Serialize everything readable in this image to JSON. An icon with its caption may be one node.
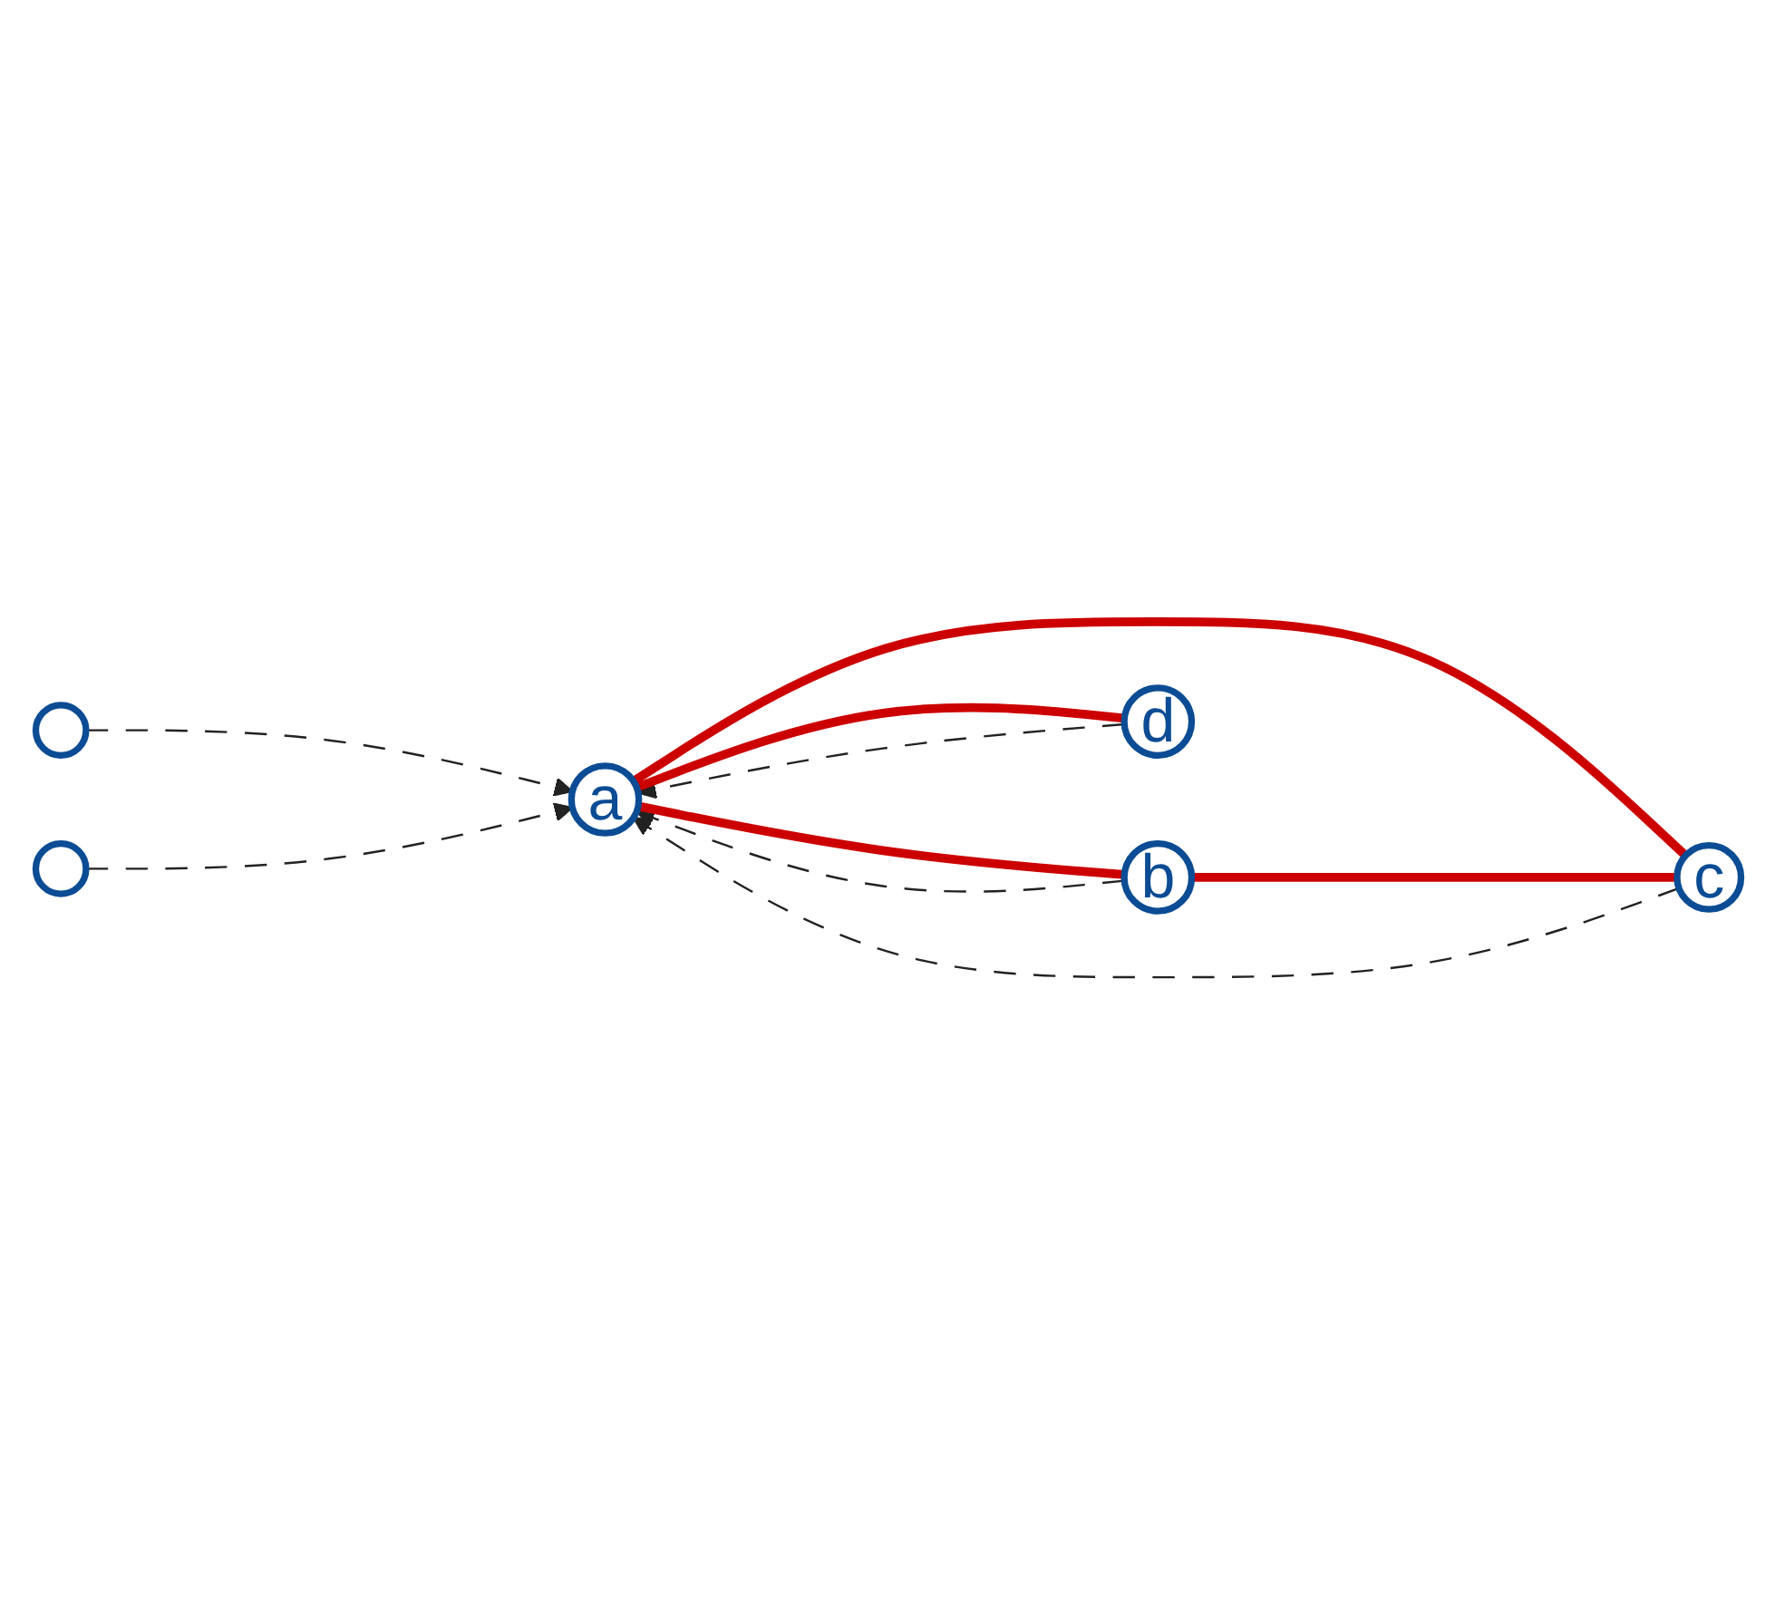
{
  "diagram": {
    "nodes": [
      {
        "text": [
          "a"
        ]
      },
      {
        "text": [],
        "shape": "circle"
      },
      {
        "text": [
          "b"
        ]
      },
      {
        "text": [],
        "shape": "circle"
      },
      {
        "text": [
          "c"
        ]
      },
      {
        "text": [
          "d"
        ]
      }
    ],
    "edges": [
      {
        "from": 1,
        "to": 0,
        "arrow": "to",
        "style": "dashed"
      },
      {
        "from": 2,
        "to": 0,
        "arrow": "to",
        "style": "dashed"
      },
      {
        "from": 3,
        "to": 0,
        "arrow": "to",
        "style": "dashed"
      },
      {
        "from": 4,
        "to": 0,
        "arrow": "to",
        "style": "dashed"
      },
      {
        "from": 5,
        "to": 0,
        "arrow": "to",
        "style": "dashed"
      },
      {
        "from": 0,
        "to": 2,
        "arrow": "none",
        "style": "thick",
        "color": "#cc0000"
      },
      {
        "from": 0,
        "to": 4,
        "arrow": "none",
        "style": "thick",
        "color": "#cc0000"
      },
      {
        "from": 0,
        "to": 5,
        "arrow": "none",
        "style": "thick",
        "color": "#cc0000"
      },
      {
        "from": 2,
        "to": 4,
        "arrow": "none",
        "style": "thick",
        "color": "#cc0000"
      }
    ]
  }
}
